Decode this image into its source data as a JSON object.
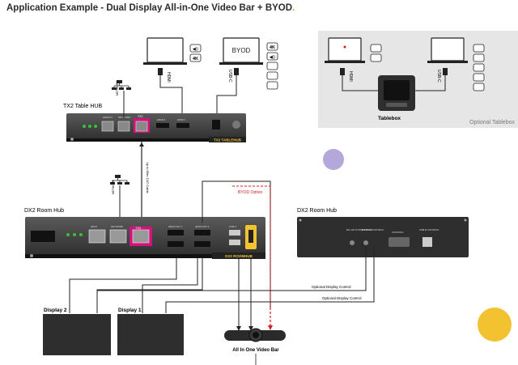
{
  "title": "Application Example - Dual Display All-in-One Video Bar + BYOD",
  "title_dot": ".",
  "optional_box_label": "Optional Tablebox",
  "tablebox_label": "Tablebox",
  "tx2_label": "TX2 Table HUB",
  "tx2_brand": "TX2 TABLEHUB",
  "dx2_label_left": "DX2 Room Hub",
  "dx2_label_right": "DX2 Room Hub",
  "dx2_brand": "DX2 ROOMHUB",
  "byod_label": "BYOD",
  "hdmi_label": "HDMI",
  "usbc_label": "USB-C",
  "byod_option": "BYOD Option",
  "cable_label": "Up to 85m CAT Cable",
  "network_label": "NETWORK",
  "display1": "Display 1",
  "display2": "Display 2",
  "videobar": "All In One Video Bar",
  "optional_control_1": "Optional Display Control",
  "optional_control_2": "Optional Display Control",
  "badges": {
    "k4": "4K",
    "audio": "◀))"
  },
  "ports": {
    "tx2": [
      "HDMI IN",
      "NETWORK",
      "TX2",
      "HDMI 2",
      "HDMI 1"
    ],
    "dx2_front": [
      "HDMI",
      "NETWORK",
      "TX2",
      "HDMI OUT 1",
      "HDMI OUT 2",
      "USB-C"
    ],
    "dx2_back": [
      "RS-232 SYSTEM PASS",
      "IR INPUT CONTROL",
      "CONTROL",
      "USB-B CONTROL"
    ]
  },
  "colors": {
    "magenta": "#d4127e",
    "yellow": "#f2c230",
    "lilac": "#b3a8d9",
    "red": "#d32020",
    "gray_panel": "#e6e6e6"
  }
}
